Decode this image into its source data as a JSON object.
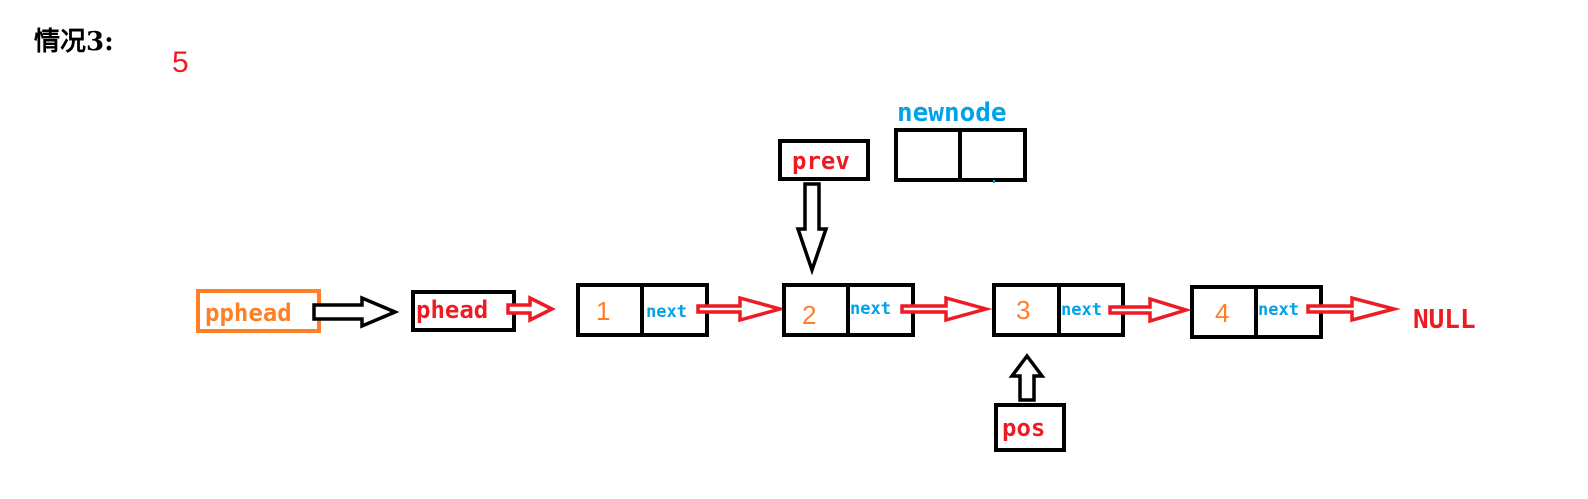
{
  "title": "情况3:",
  "annotation": "5",
  "colors": {
    "black": "#000000",
    "red": "#ed1c24",
    "orange": "#ff7f27",
    "blue": "#00a2e8"
  },
  "pphead": {
    "label": "pphead"
  },
  "phead": {
    "label": "phead"
  },
  "prev": {
    "label": "prev"
  },
  "pos": {
    "label": "pos"
  },
  "newnode": {
    "label": "newnode"
  },
  "nodes": [
    {
      "value": "1",
      "next": "next"
    },
    {
      "value": "2",
      "next": "next"
    },
    {
      "value": "3",
      "next": "next"
    },
    {
      "value": "4",
      "next": "next"
    }
  ],
  "null_label": "NULL"
}
